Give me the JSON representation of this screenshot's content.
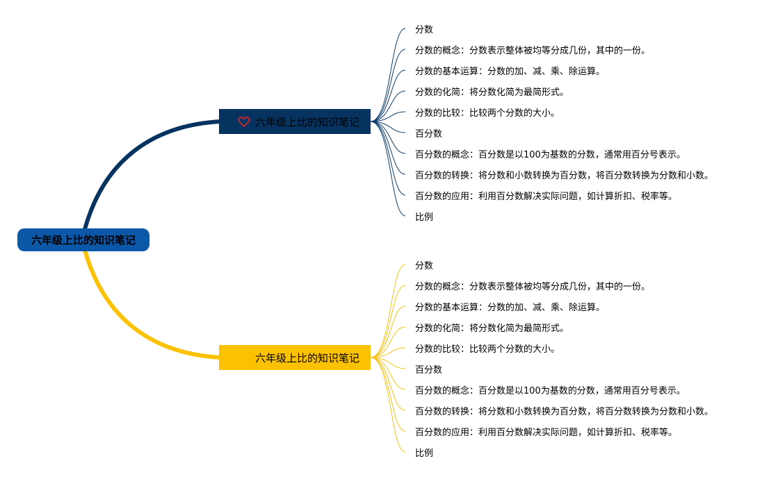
{
  "root": {
    "label": "六年级上比的知识笔记"
  },
  "branches": [
    {
      "label": "六年级上比的知识笔记",
      "color": "#06335f",
      "icon": "heart-icon"
    },
    {
      "label": "六年级上比的知识笔记",
      "color": "#fbc203"
    }
  ],
  "leaves": [
    "分数",
    "分数的概念：分数表示整体被均等分成几份，其中的一份。",
    "分数的基本运算：分数的加、减、乘、除运算。",
    "分数的化简：将分数化简为最简形式。",
    "分数的比较：比较两个分数的大小。",
    "百分数",
    "百分数的概念：百分数是以100为基数的分数，通常用百分号表示。",
    "百分数的转换：将分数和小数转换为百分数，将百分数转换为分数和小数。",
    "百分数的应用：利用百分数解决实际问题，如计算折扣、税率等。",
    "比例"
  ],
  "colors": {
    "root": "#0b57a8",
    "blue": "#06335f",
    "yellow": "#fbc203"
  }
}
